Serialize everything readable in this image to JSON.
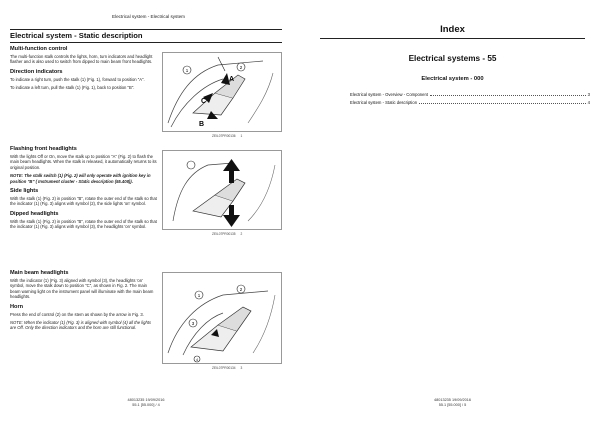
{
  "left_page": {
    "running_header": "Electrical system - Electrical system",
    "title": "Electrical system - Static description",
    "sections": [
      {
        "heading": "Multi-function control",
        "paras": [
          "The multi-function stalk controls the lights, horn, turn indicators and headlight flasher and is also used to switch from dipped to main beam front headlights."
        ]
      },
      {
        "heading": "Direction indicators",
        "paras": [
          "To indicate a right turn, push the stalk (1) (Fig. 1), forward to position \"A\".",
          "To indicate a left turn, pull the stalk (1) (Fig. 1), back to position \"B\"."
        ]
      },
      {
        "heading": "Flashing front headlights",
        "paras": [
          "With the lights Off or On, move the stalk up to position \"A\" (Fig. 2) to flash the main beam headlights. When the stalk is released, it automatically returns to its original position.",
          "NOTE: The stalk switch (1) (Fig. 2) will only operate with ignition key in position \"B\" ( Instrument cluster - Static description (55.408))."
        ]
      },
      {
        "heading": "Side lights",
        "paras": [
          "With the stalk (1) (Fig. 2) in position \"B\", rotate the outer end of the stalk so that the indicator (1) (Fig. 3) aligns with symbol (2), the side lights 'on' symbol."
        ]
      },
      {
        "heading": "Dipped headlights",
        "paras": [
          "With the stalk (1) (Fig. 2) in position \"B\", rotate the outer end of the stalk so that the indicator (1) (Fig. 3) aligns with symbol (3), the headlights 'on' symbol."
        ]
      },
      {
        "heading": "Main beam headlights",
        "paras": [
          "With the indicator (1) (Fig. 3) aligned with symbol (3), the headlights 'on' symbol, move the stalk down to position \"C\", as shown in Fig. 2. The main beam warning light on the instrument panel will illuminate with the main beam headlights."
        ]
      },
      {
        "heading": "Horn",
        "paras": [
          "Press the end of control (2) on the stem as shown by the arrow in Fig. 3.",
          "NOTE: When the indicator (1) (Fig. 3) is aligned with symbol (4) all the lights are Off. Only the direction indicators and the horn are still functional."
        ]
      }
    ],
    "figures": [
      {
        "code": "ZEIL07PR00136",
        "num": "1",
        "labels": [
          "1",
          "2",
          "A",
          "B",
          "C"
        ]
      },
      {
        "code": "ZEIL07PR00135",
        "num": "2",
        "labels": []
      },
      {
        "code": "ZEIL07PR00134",
        "num": "3",
        "labels": [
          "1",
          "2",
          "3",
          "4"
        ]
      }
    ],
    "footer_ref": "48013235 19/09/2016",
    "footer_page": "55.1 [55.000] / 4"
  },
  "right_page": {
    "index_title": "Index",
    "system_title": "Electrical systems - 55",
    "sub_title": "Electrical system - 000",
    "toc": [
      {
        "text": "Electrical system - Overview - Component",
        "page": "3"
      },
      {
        "text": "Electrical system - Static description",
        "page": "4"
      }
    ],
    "footer_ref": "48013235 19/09/2016",
    "footer_page": "55.1 [55.000] / 5"
  }
}
